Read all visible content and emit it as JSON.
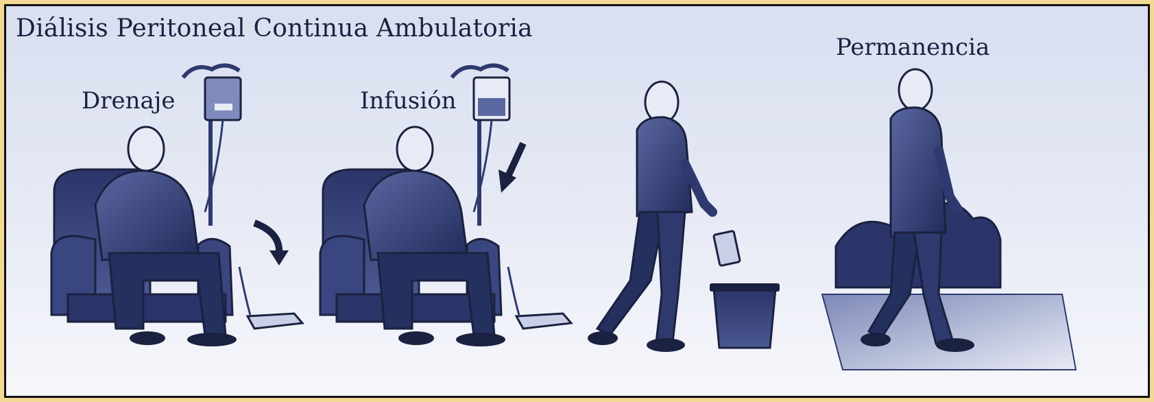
{
  "title": "Diálisis Peritoneal Continua Ambulatoria",
  "steps": [
    {
      "label": "Drenaje",
      "icon": "seated-patient-drain-icon"
    },
    {
      "label": "Infusión",
      "icon": "seated-patient-infusion-icon"
    },
    {
      "label": "",
      "icon": "walking-patient-discard-bag-icon"
    },
    {
      "label": "Permanencia",
      "icon": "walking-patient-dwell-icon"
    }
  ],
  "colors": {
    "frame": "#f2d894",
    "ink": "#1b2140",
    "figure": "#2e3a6e",
    "figure_light": "#5a67a0"
  }
}
